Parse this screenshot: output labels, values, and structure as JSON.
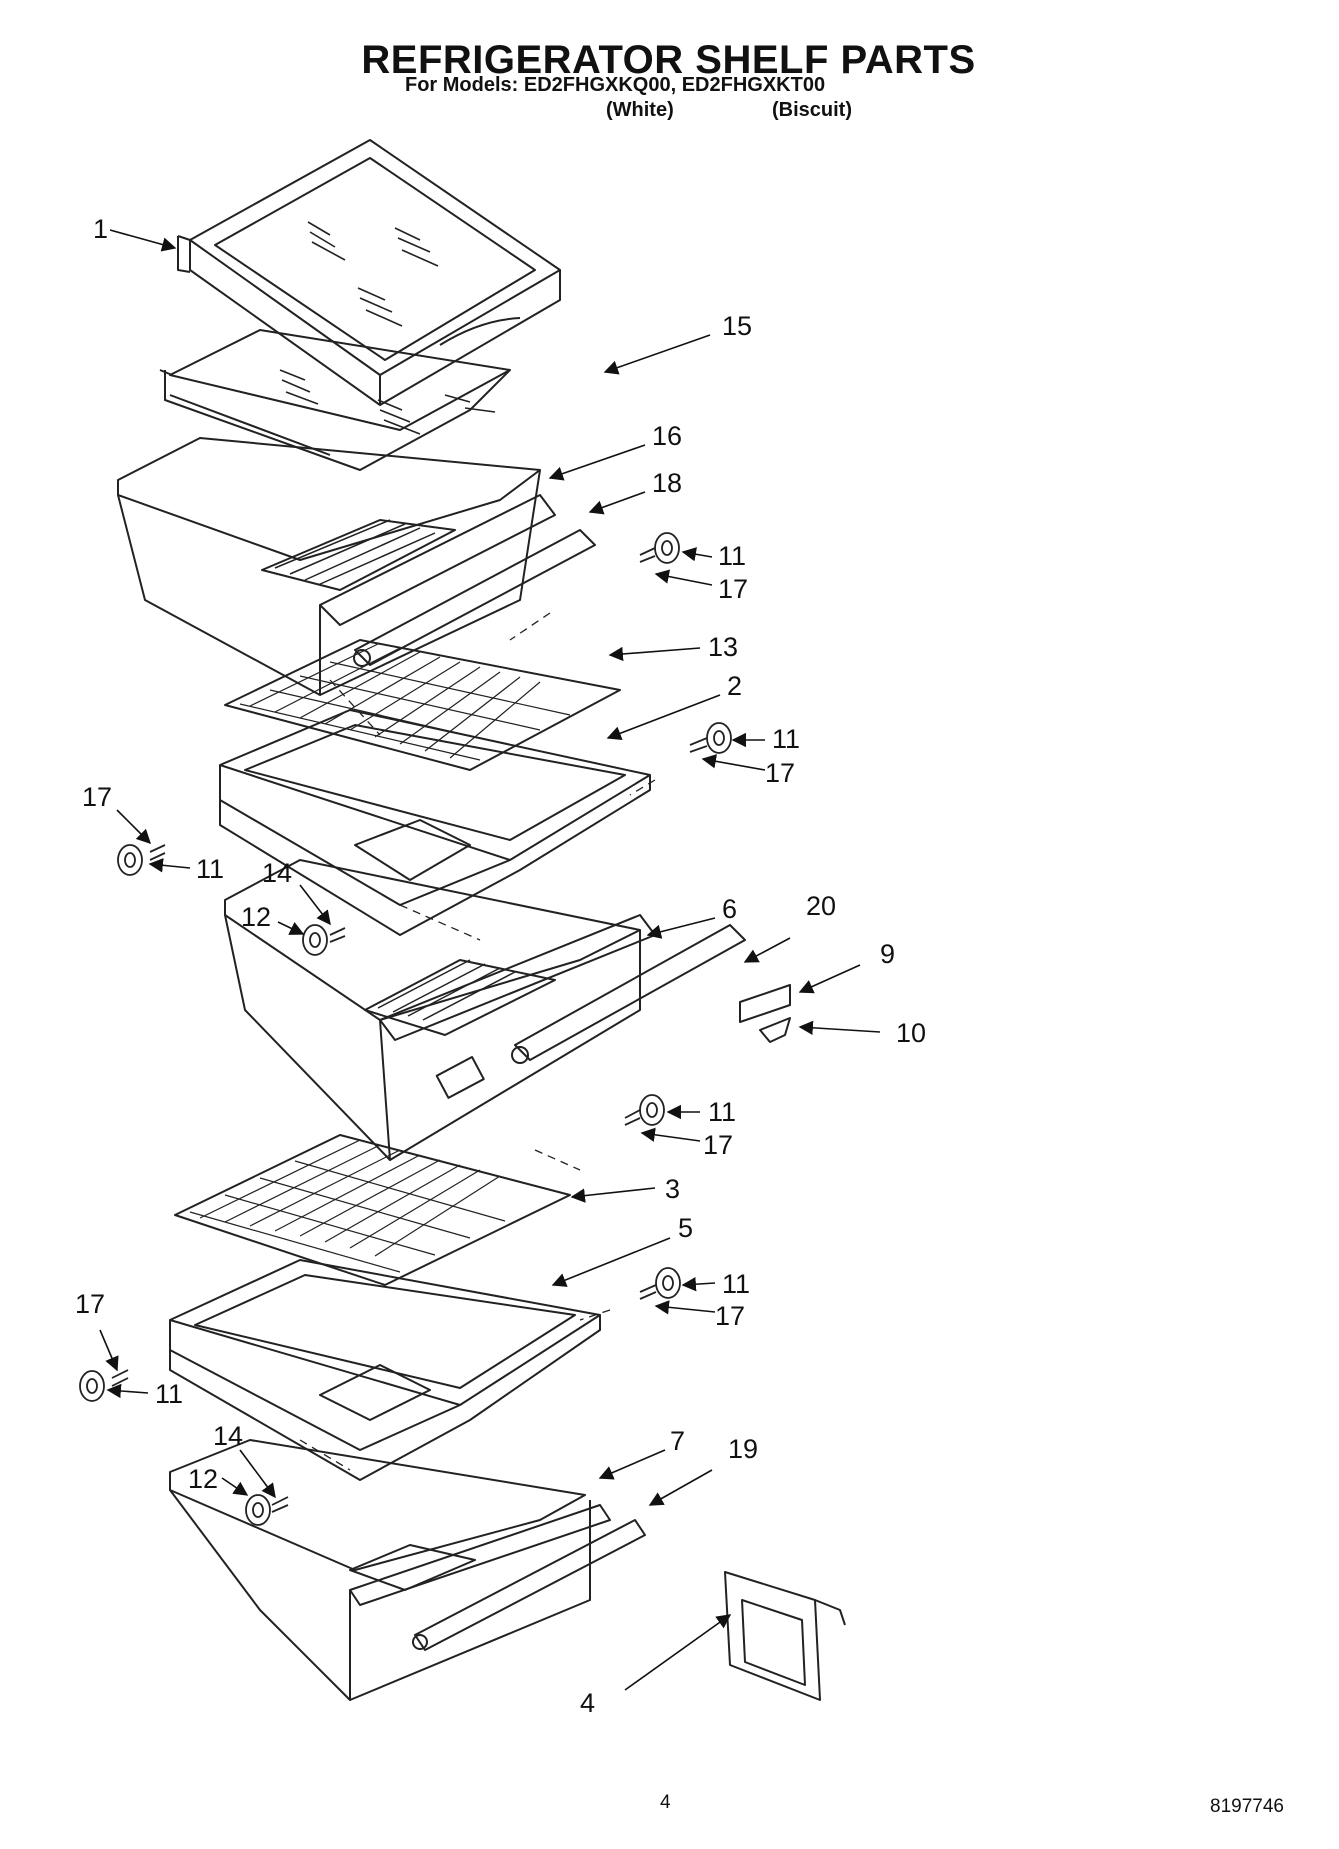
{
  "header": {
    "title": "REFRIGERATOR SHELF PARTS",
    "models_line": "For Models: ED2FHGXKQ00, ED2FHGXKT00",
    "color_white": "(White)",
    "color_biscuit": "(Biscuit)"
  },
  "callouts": [
    "1",
    "15",
    "16",
    "18",
    "11",
    "17",
    "13",
    "2",
    "11",
    "17",
    "17",
    "11",
    "14",
    "12",
    "6",
    "20",
    "9",
    "10",
    "11",
    "17",
    "3",
    "5",
    "11",
    "17",
    "17",
    "11",
    "14",
    "12",
    "7",
    "19",
    "4"
  ],
  "footer": {
    "page_number": "4",
    "doc_number": "8197746"
  }
}
